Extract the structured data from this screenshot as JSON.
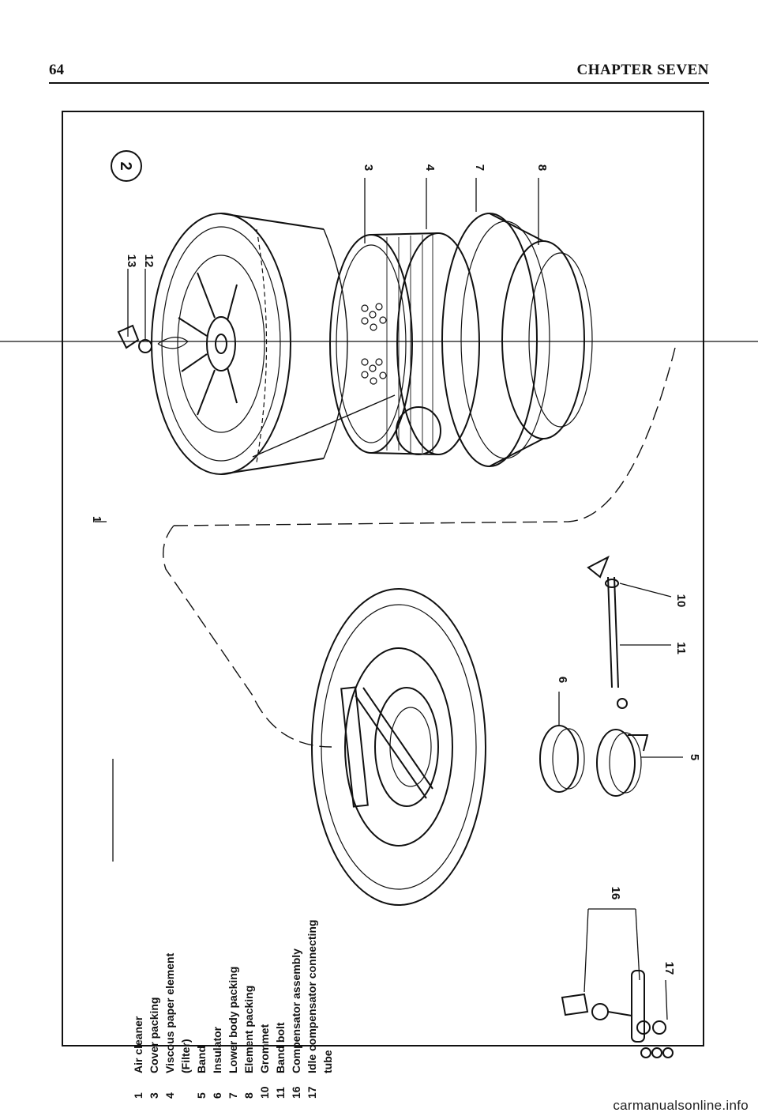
{
  "header": {
    "page_number": "64",
    "chapter_title": "CHAPTER SEVEN"
  },
  "figure": {
    "number": "2",
    "callouts": [
      "1",
      "3",
      "4",
      "5",
      "6",
      "7",
      "8",
      "10",
      "11",
      "12",
      "13",
      "16",
      "17"
    ],
    "legend": [
      {
        "num": "1",
        "text": "Air cleaner"
      },
      {
        "num": "3",
        "text": "Cover packing"
      },
      {
        "num": "4",
        "text": "Viscous paper element"
      },
      {
        "num": "",
        "text": "(Filter)"
      },
      {
        "num": "5",
        "text": "Band"
      },
      {
        "num": "6",
        "text": "Insulator"
      },
      {
        "num": "7",
        "text": "Lower body packing"
      },
      {
        "num": "8",
        "text": "Element packing"
      },
      {
        "num": "10",
        "text": "Grommet"
      },
      {
        "num": "11",
        "text": "Band bolt"
      },
      {
        "num": "16",
        "text": "Compensator assembly"
      },
      {
        "num": "17",
        "text": "Idle compensator connecting"
      },
      {
        "num": "",
        "text": "tube"
      }
    ]
  },
  "footer": {
    "watermark": "carmanualsonline.info"
  }
}
